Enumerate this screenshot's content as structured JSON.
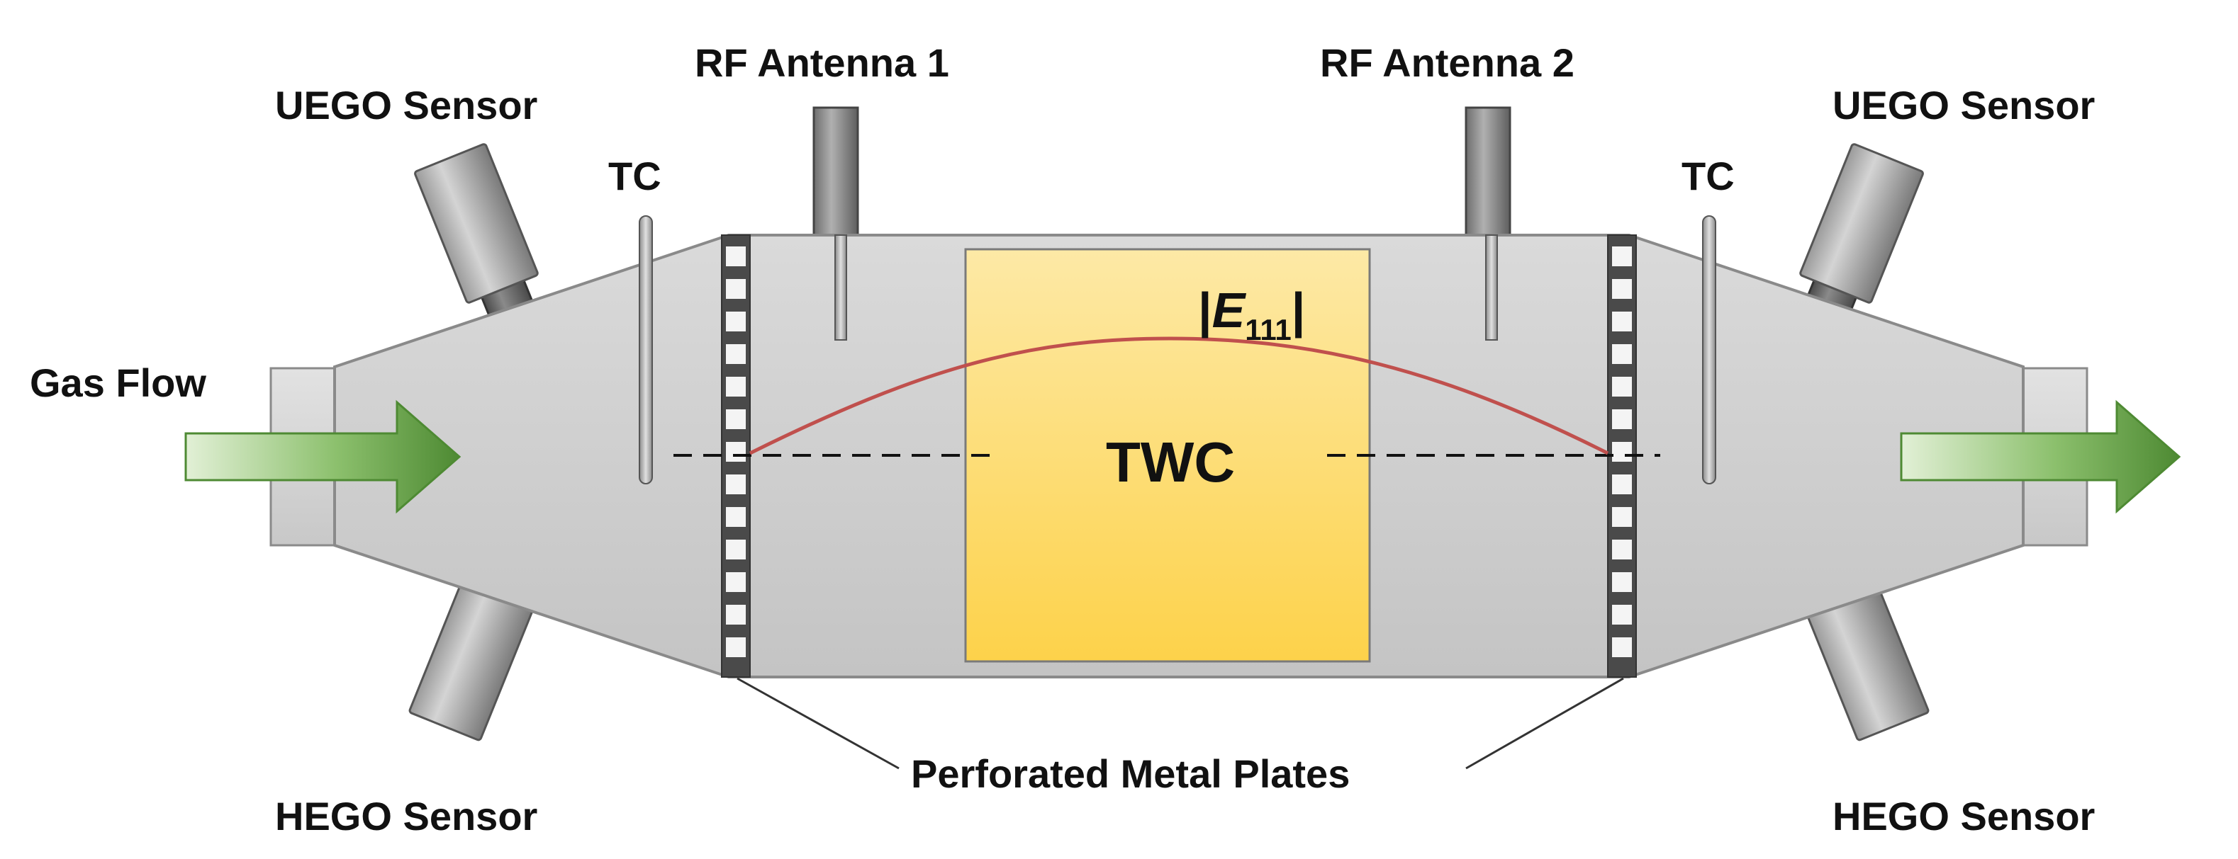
{
  "labels": {
    "gas_flow": "Gas Flow",
    "uego_left": "UEGO Sensor",
    "uego_right": "UEGO Sensor",
    "hego_left": "HEGO Sensor",
    "hego_right": "HEGO Sensor",
    "tc_left": "TC",
    "tc_right": "TC",
    "rf_antenna_1": "RF Antenna 1",
    "rf_antenna_2": "RF Antenna 2",
    "field_bar_open": "|",
    "field_symbol": "E",
    "field_subscript": "111",
    "field_bar_close": "|",
    "twc": "TWC",
    "perforated_plates": "Perforated Metal Plates"
  },
  "colors": {
    "body_fill": "#d2d2d2",
    "body_stroke": "#8a8a8a",
    "twc_top": "#fde9a6",
    "twc_bottom": "#fdd24a",
    "field_curve": "#c0504d",
    "arrow_light": "#d9ecc9",
    "arrow_dark": "#4e8a33",
    "sensor_light": "#b8b8b8",
    "sensor_dark": "#6e6e6e"
  }
}
